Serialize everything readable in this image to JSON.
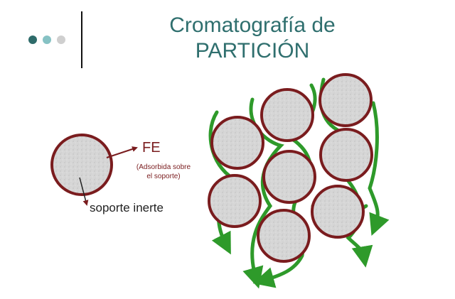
{
  "title": {
    "line1": "Cromatografía de",
    "line2": "PARTICIÓN"
  },
  "bullets": {
    "colors": [
      "#2e6b6a",
      "#86c2c4",
      "#cfcfcf"
    ]
  },
  "legend": {
    "fe_label": "FE",
    "fe_note_line1": "(Adsorbida sobre",
    "fe_note_line2": "el soporte)",
    "support_label": "soporte inerte"
  },
  "colors": {
    "particle_ring": "#7a1c1e",
    "particle_fill": "#d6d6d6",
    "flow_green": "#2e9a2a",
    "title_teal": "#2f6f6e",
    "fe_text": "#7a1c1e"
  }
}
